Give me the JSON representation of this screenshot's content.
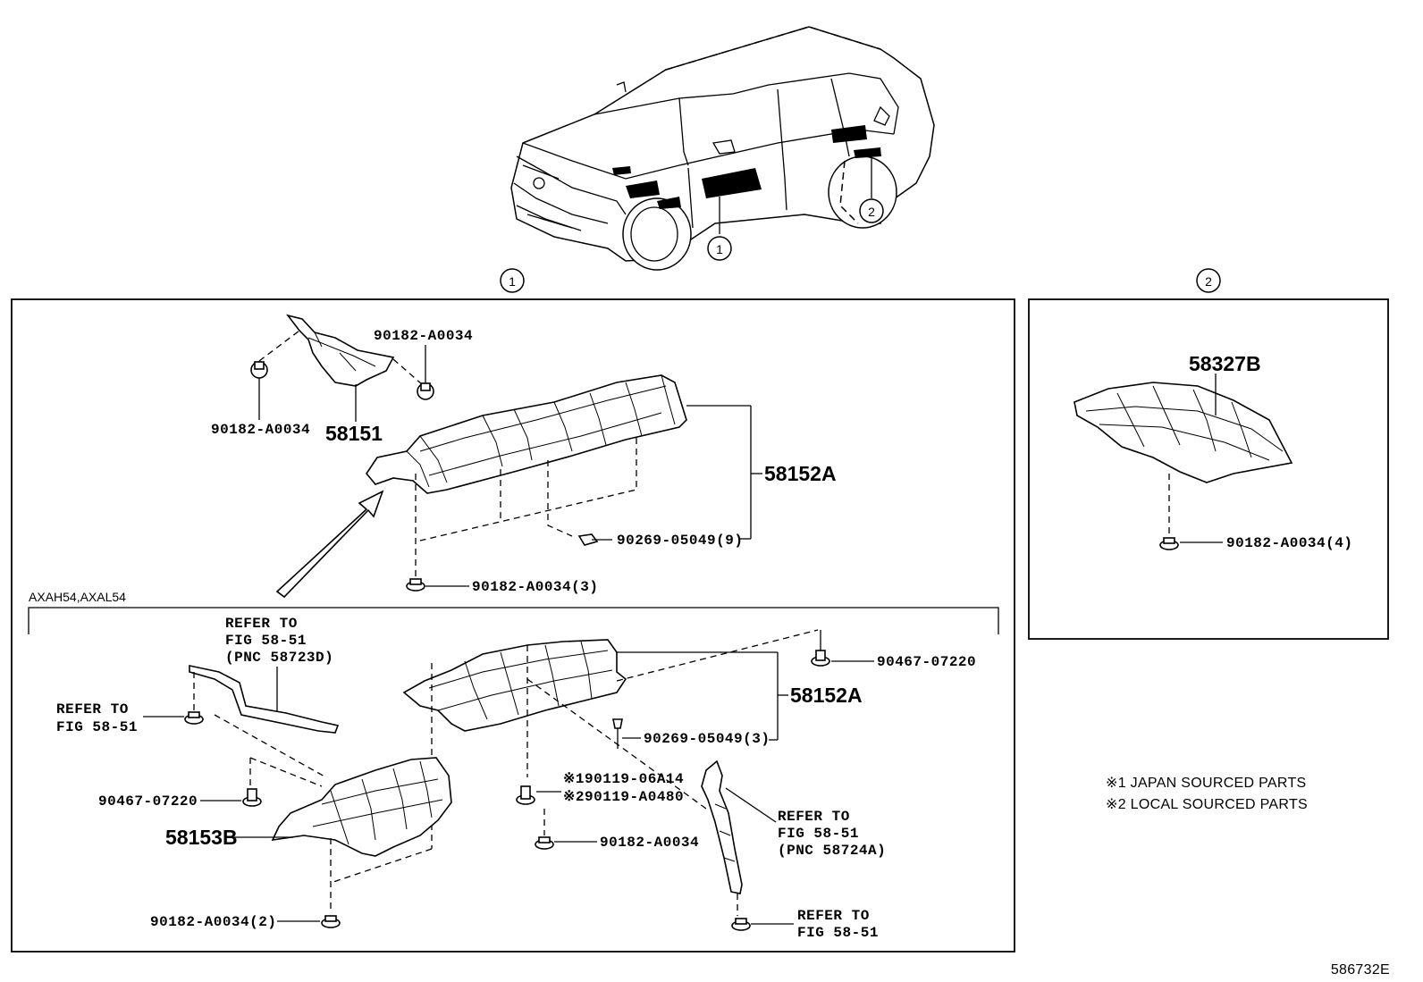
{
  "callouts": {
    "one": "1",
    "two": "2"
  },
  "panel_one": {
    "variant_label": "AXAH54,AXAL54",
    "parts": {
      "bracket_58151": "58151",
      "clip_top_right": "90182-A0034",
      "clip_top_left": "90182-A0034",
      "cover_upper": "58152A",
      "rivet_upper": "90269-05049(9)",
      "nut_upper": "90182-A0034(3)",
      "refer_bracket_l1": "REFER TO",
      "refer_bracket_l2": "FIG 58-51",
      "refer_bracket_l3": "(PNC 58723D)",
      "refer_left_l1": "REFER TO",
      "refer_left_l2": "FIG 58-51",
      "bolt_right": "90467-07220",
      "cover_lower": "58152A",
      "rivet_lower": "90269-05049(3)",
      "bolt_mid_1": "※190119-06A14",
      "bolt_mid_2": "※290119-A0480",
      "nut_mid": "90182-A0034",
      "bolt_left": "90467-07220",
      "cover_58153B": "58153B",
      "nut_bottom": "90182-A0034(2)",
      "refer_brace_l1": "REFER TO",
      "refer_brace_l2": "FIG 58-51",
      "refer_brace_l3": "(PNC 58724A)",
      "refer_bottom_l1": "REFER TO",
      "refer_bottom_l2": "FIG 58-51"
    }
  },
  "panel_two": {
    "cover": "58327B",
    "nut": "90182-A0034(4)"
  },
  "notes": {
    "note_1": "※1 JAPAN SOURCED PARTS",
    "note_2": "※2 LOCAL SOURCED PARTS"
  },
  "diagram_id": "586732E"
}
